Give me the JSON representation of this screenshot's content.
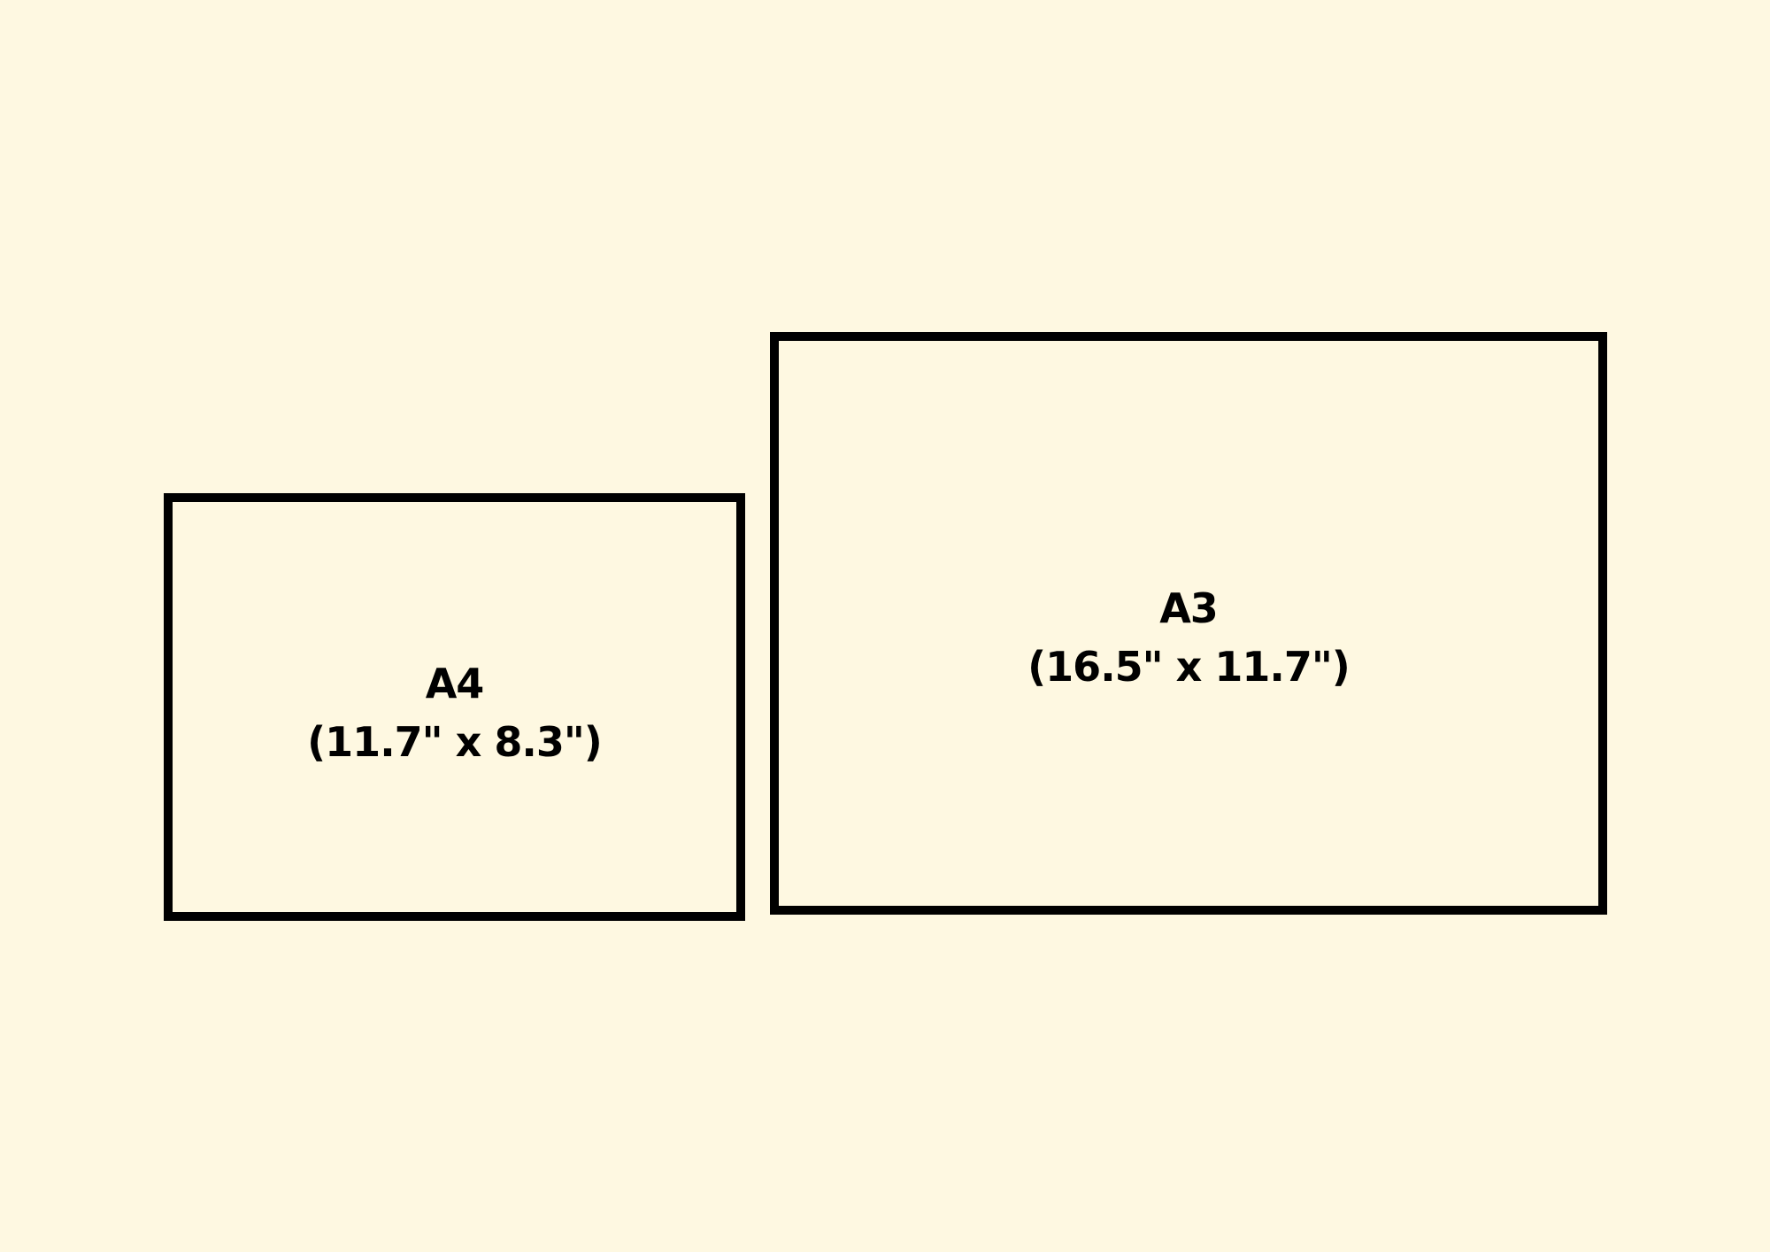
{
  "colors": {
    "background": "#FEF8E1",
    "outline": "#000000",
    "text": "#000000"
  },
  "papers": [
    {
      "name": "A4",
      "dimensions": "(11.7\" x 8.3\")"
    },
    {
      "name": "A3",
      "dimensions": "(16.5\" x 11.7\")"
    }
  ]
}
